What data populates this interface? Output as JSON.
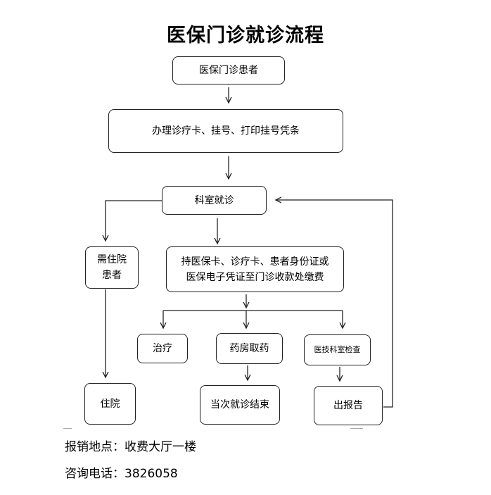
{
  "title": "医保门诊就诊流程",
  "nodes": {
    "patient": "医保门诊患者",
    "register": "办理诊疗卡、挂号、打印挂号凭条",
    "department_visit": "科室就诊",
    "need_hospitalization_line1": "需住院",
    "need_hospitalization_line2": "患者",
    "payment_line1": "持医保卡、诊疗卡、患者身份证或",
    "payment_line2": "医保电子凭证至门诊收款处缴费",
    "treatment": "治疗",
    "pharmacy": "药房取药",
    "medical_tech_exam": "医技科室检查",
    "hospitalization": "住院",
    "visit_end": "当次就诊结束",
    "report": "出报告"
  },
  "footer": {
    "reimburse_label": "报销地点：",
    "reimburse_value": "收费大厅一楼",
    "phone_label": "咨询电话：",
    "phone_value": "3826058"
  }
}
